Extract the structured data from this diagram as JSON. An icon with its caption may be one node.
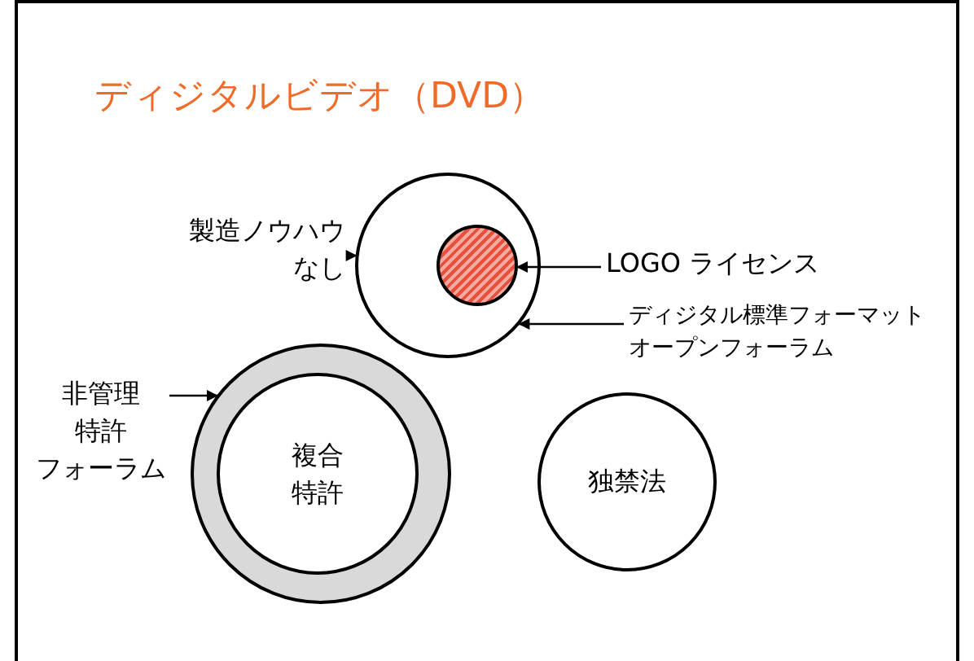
{
  "diagram": {
    "title": "ディジタルビデオ（DVD）",
    "nodes": [
      {
        "text": [],
        "shape": "circle"
      },
      {
        "text": [],
        "shape": "circle",
        "in": 0
      },
      {
        "text": [
          "製造ノウハウなし"
        ]
      },
      {
        "text": [
          "LOGO ライセンス"
        ]
      },
      {
        "text": [
          "ディジタル標準フォーマットオープンフォーラム"
        ]
      },
      {
        "text": [],
        "shape": "circle"
      },
      {
        "text": [
          "複合特許"
        ],
        "in": 5
      },
      {
        "text": [
          "非管理特許フォーラム"
        ]
      },
      {
        "text": [
          "独禁法"
        ]
      }
    ],
    "edges": [
      {
        "from": 2,
        "to": 0,
        "arrow": "to"
      },
      {
        "from": 3,
        "to": 1,
        "arrow": "to"
      },
      {
        "from": 4,
        "to": 0,
        "arrow": "to"
      },
      {
        "from": 7,
        "to": 5,
        "arrow": "to"
      }
    ]
  }
}
